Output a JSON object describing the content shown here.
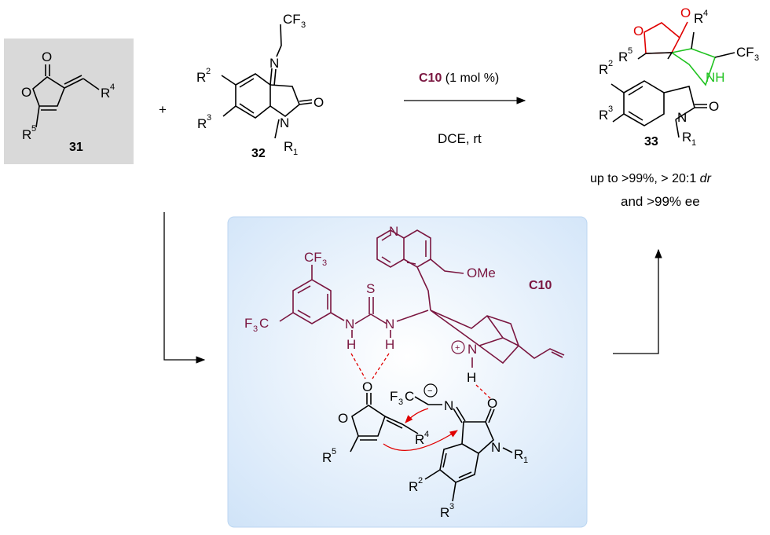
{
  "compounds": {
    "c31": {
      "number": "31",
      "r4": "R",
      "r4_sup": "4",
      "r5": "R",
      "r5_sup": "5",
      "o_ring": "O",
      "o_carbonyl": "O"
    },
    "c32": {
      "number": "32",
      "cf3": "CF",
      "cf3_sub": "3",
      "n_imine": "N",
      "o": "O",
      "n": "N",
      "r1": "R",
      "r1_sub": "1",
      "r2": "R",
      "r2_sup": "2",
      "r3": "R",
      "r3_sup": "3"
    },
    "c33": {
      "number": "33",
      "r4": "R",
      "r4_sup": "4",
      "r5": "R",
      "r5_sup": "5",
      "cf3": "CF",
      "cf3_sub": "3",
      "nh": "NH",
      "o1": "O",
      "o2": "O",
      "o3": "O",
      "n": "N",
      "r1": "R",
      "r1_sub": "1",
      "r2": "R",
      "r2_sup": "2",
      "r3": "R",
      "r3_sup": "3"
    }
  },
  "plus": "+",
  "conditions": {
    "catalyst": "C10",
    "loading": " (1 mol %)",
    "solvent": "DCE, rt"
  },
  "results": {
    "line1_a": "up to >99%, > 20:1 ",
    "line1_dr": "dr",
    "line2": "and >99% ee"
  },
  "ts_box": {
    "catalyst_label": "C10",
    "cf3_top": "CF",
    "cf3_top_sub": "3",
    "f3c": "F",
    "f3c_sub": "3",
    "f3c_c": "C",
    "s": "S",
    "nh1_n": "N",
    "nh1_h": "H",
    "nh2_n": "N",
    "nh2_h": "H",
    "quin_n": "N",
    "ome": "OMe",
    "plus_sym": "+",
    "nh_plus_n": "N",
    "nh_plus_h": "H",
    "sub_o1": "O",
    "sub_o2": "O",
    "sub_r4": "R",
    "sub_r4_sup": "4",
    "sub_r5": "R",
    "sub_r5_sup": "5",
    "f3c2": "F",
    "f3c2_sub": "3",
    "f3c2_c": "C",
    "minus_sym": "−",
    "imine_n": "N",
    "isat_o": "O",
    "isat_n": "N",
    "isat_r1": "R",
    "isat_r1_sub": "1",
    "isat_r2": "R",
    "isat_r2_sup": "2",
    "isat_r3": "R",
    "isat_r3_sup": "3"
  },
  "colors": {
    "catalyst": "#7a1640",
    "lactone": "#e00000",
    "new_ring": "#1fc21f",
    "box_fill": "#dcebfb",
    "substrate_box": "#d9d9d9"
  }
}
